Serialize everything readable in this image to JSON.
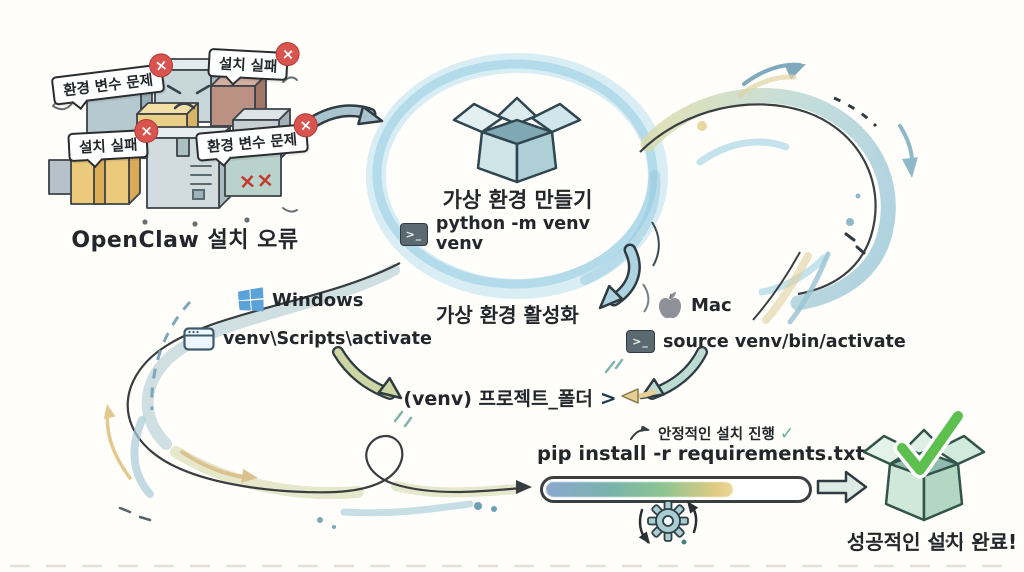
{
  "error_pile": {
    "caption": "OpenClaw 설치 오류",
    "bubbles": [
      {
        "label": "환경 변수 문제"
      },
      {
        "label": "설치 실패"
      },
      {
        "label": "설치 실패"
      },
      {
        "label": "환경 변수 문제"
      }
    ],
    "box_marks": "××"
  },
  "create_step": {
    "title": "가상 환경 만들기",
    "command": "python -m venv venv"
  },
  "activate_step": {
    "title": "가상 환경 활성화",
    "windows": {
      "label": "Windows",
      "command": "venv\\Scripts\\activate"
    },
    "mac": {
      "label": "Mac",
      "command": "source venv/bin/activate"
    }
  },
  "prompt": {
    "text": "(venv) 프로젝트_폴더",
    "chevron": ">"
  },
  "install": {
    "note": "안정적인 설치 진행",
    "command": "pip install -r requirements.txt",
    "progress_percent": 72
  },
  "success": {
    "caption": "성공적인 설치 완료!"
  },
  "icons": {
    "terminal_glyph": ">_",
    "error_x": "×",
    "check": "✓"
  },
  "colors": {
    "error_red": "#d9534f",
    "success_green": "#5dbf4e",
    "accent_blue": "#a9cfdd",
    "accent_teal": "#b9dbd2",
    "accent_olive": "#ccd6a4",
    "accent_yellow": "#e3cc82"
  }
}
